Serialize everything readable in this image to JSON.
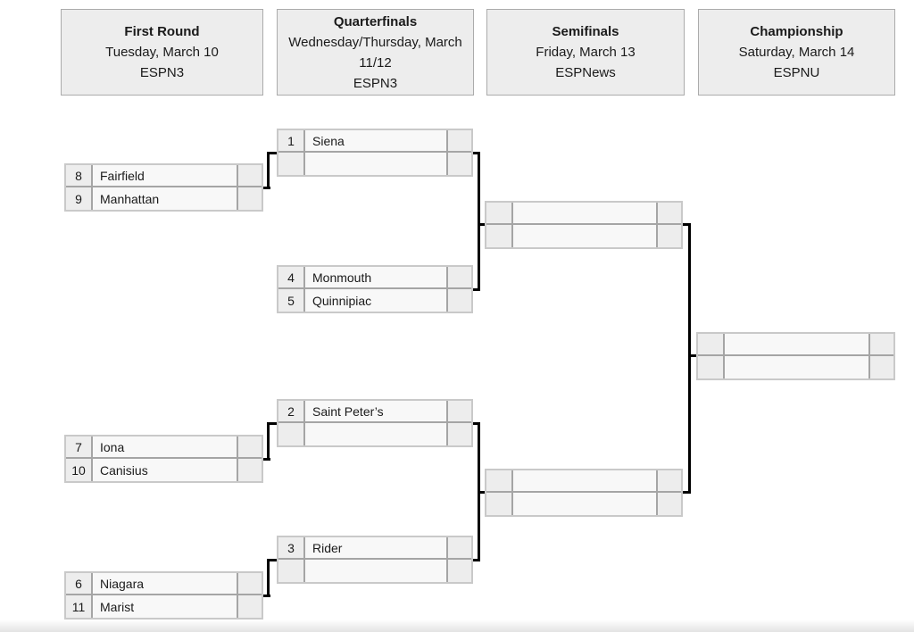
{
  "rounds": [
    {
      "title": "First Round",
      "date": "Tuesday, March 10",
      "network": "ESPN3"
    },
    {
      "title": "Quarterfinals",
      "date": "Wednesday/Thursday, March 11/12",
      "network": "ESPN3"
    },
    {
      "title": "Semifinals",
      "date": "Friday, March 13",
      "network": "ESPNews"
    },
    {
      "title": "Championship",
      "date": "Saturday, March 14",
      "network": "ESPNU"
    }
  ],
  "bracket": {
    "first_round": [
      {
        "slots": [
          {
            "seed": "8",
            "team": "Fairfield",
            "score": ""
          },
          {
            "seed": "9",
            "team": "Manhattan",
            "score": ""
          }
        ]
      },
      {
        "slots": [
          {
            "seed": "7",
            "team": "Iona",
            "score": ""
          },
          {
            "seed": "10",
            "team": "Canisius",
            "score": ""
          }
        ]
      },
      {
        "slots": [
          {
            "seed": "6",
            "team": "Niagara",
            "score": ""
          },
          {
            "seed": "11",
            "team": "Marist",
            "score": ""
          }
        ]
      }
    ],
    "quarterfinals": [
      {
        "slots": [
          {
            "seed": "1",
            "team": "Siena",
            "score": ""
          },
          {
            "seed": "",
            "team": "",
            "score": ""
          }
        ]
      },
      {
        "slots": [
          {
            "seed": "4",
            "team": "Monmouth",
            "score": ""
          },
          {
            "seed": "5",
            "team": "Quinnipiac",
            "score": ""
          }
        ]
      },
      {
        "slots": [
          {
            "seed": "2",
            "team": "Saint Peter’s",
            "score": ""
          },
          {
            "seed": "",
            "team": "",
            "score": ""
          }
        ]
      },
      {
        "slots": [
          {
            "seed": "3",
            "team": "Rider",
            "score": ""
          },
          {
            "seed": "",
            "team": "",
            "score": ""
          }
        ]
      }
    ],
    "semifinals": [
      {
        "slots": [
          {
            "seed": "",
            "team": "",
            "score": ""
          },
          {
            "seed": "",
            "team": "",
            "score": ""
          }
        ]
      },
      {
        "slots": [
          {
            "seed": "",
            "team": "",
            "score": ""
          },
          {
            "seed": "",
            "team": "",
            "score": ""
          }
        ]
      }
    ],
    "championship": [
      {
        "slots": [
          {
            "seed": "",
            "team": "",
            "score": ""
          },
          {
            "seed": "",
            "team": "",
            "score": ""
          }
        ]
      }
    ]
  },
  "colors": {
    "connector": "#000000",
    "header_bg": "#ededed",
    "header_border": "#ababab",
    "cell_shaded_bg": "#ededed",
    "cell_light_bg": "#f8f8f8",
    "cell_border": "#a5a5a5",
    "match_outline": "#c9c9c9"
  }
}
